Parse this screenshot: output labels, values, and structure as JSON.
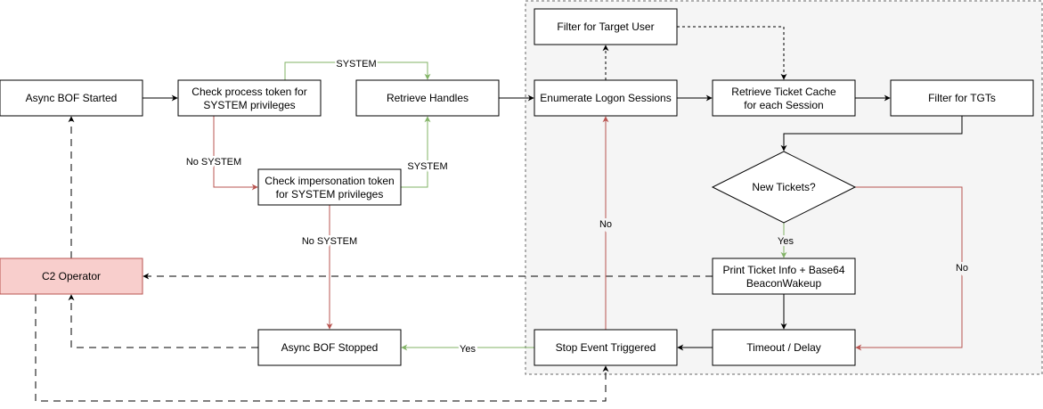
{
  "colors": {
    "stroke": "#000000",
    "green": "#82b366",
    "red": "#b85450",
    "operator_fill": "#f8cecc",
    "operator_stroke": "#b85450",
    "group_fill": "#f5f5f5",
    "group_stroke": "#666666"
  },
  "nodes": {
    "async_start": "Async BOF Started",
    "check_process": [
      "Check process token for",
      "SYSTEM privileges"
    ],
    "retrieve_handles": "Retrieve Handles",
    "check_impersonation": [
      "Check impersonation token",
      "for SYSTEM privileges"
    ],
    "c2_operator": "C2 Operator",
    "async_stopped": "Async BOF Stopped",
    "filter_target": "Filter for Target User",
    "enumerate": "Enumerate Logon Sessions",
    "retrieve_cache": [
      "Retrieve Ticket Cache",
      "for each Session"
    ],
    "filter_tgts": "Filter for TGTs",
    "new_tickets": "New Tickets?",
    "print_ticket": [
      "Print Ticket Info + Base64",
      "BeaconWakeup"
    ],
    "timeout": "Timeout / Delay",
    "stop_event": "Stop Event Triggered"
  },
  "edge_labels": {
    "system_top": "SYSTEM",
    "no_system_1": "No SYSTEM",
    "system_right": "SYSTEM",
    "no_system_2": "No SYSTEM",
    "yes_print": "Yes",
    "no_right": "No",
    "no_loop": "No",
    "yes_stop": "Yes"
  }
}
